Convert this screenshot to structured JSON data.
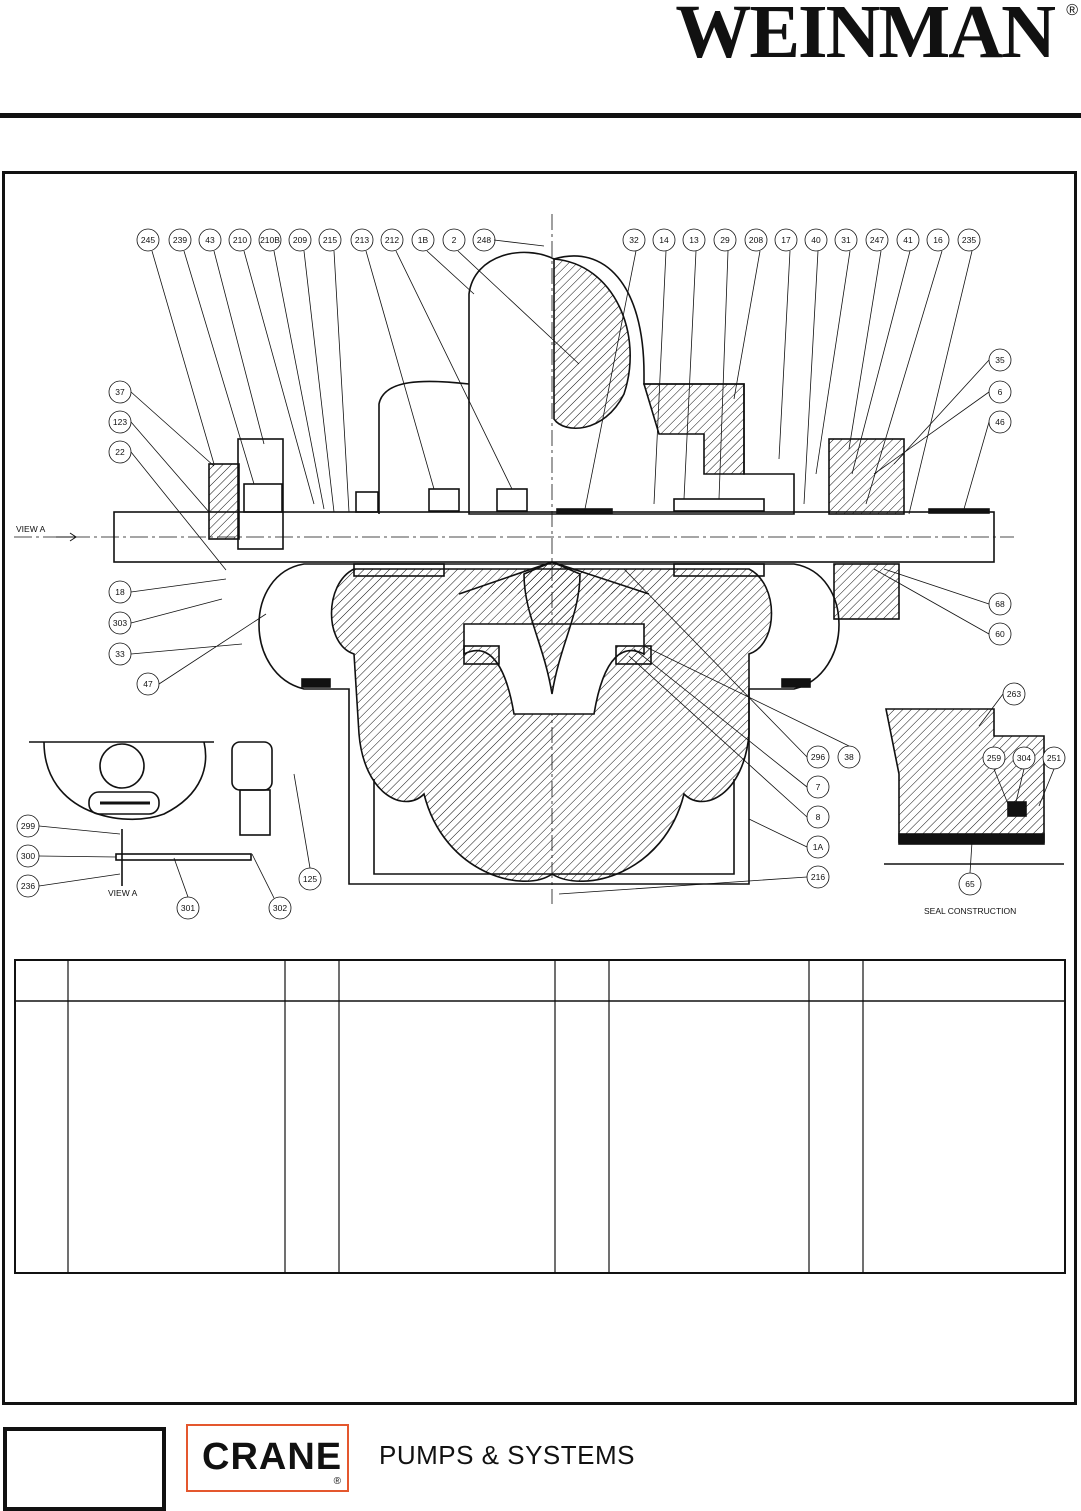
{
  "header": {
    "brand": "WEINMAN",
    "brand_mark": "®"
  },
  "drawing": {
    "top_callouts": [
      "245",
      "239",
      "43",
      "210",
      "210B",
      "209",
      "215",
      "213",
      "212",
      "1B",
      "2",
      "248",
      "32",
      "14",
      "13",
      "29",
      "208",
      "17",
      "40",
      "31",
      "247",
      "41",
      "16",
      "235"
    ],
    "left_callouts": [
      "37",
      "123",
      "22",
      "18",
      "303",
      "33",
      "47"
    ],
    "right_callouts": [
      "35",
      "6",
      "46",
      "68",
      "60"
    ],
    "lower_callouts": [
      "296",
      "38",
      "7",
      "8",
      "1A",
      "216"
    ],
    "view_a_callouts": [
      "299",
      "300",
      "236",
      "301",
      "302",
      "125"
    ],
    "seal_callouts": [
      "263",
      "259",
      "304",
      "251",
      "65"
    ],
    "labels": {
      "view_a_arrow": "VIEW A",
      "view_a_caption": "VIEW A",
      "seal_caption": "SEAL CONSTRUCTION"
    }
  },
  "parts_table": {
    "columns": [
      "",
      "",
      "",
      "",
      "",
      "",
      "",
      ""
    ],
    "rows": []
  },
  "footer": {
    "company": "CRANE",
    "company_mark": "®",
    "tagline": "PUMPS & SYSTEMS"
  }
}
